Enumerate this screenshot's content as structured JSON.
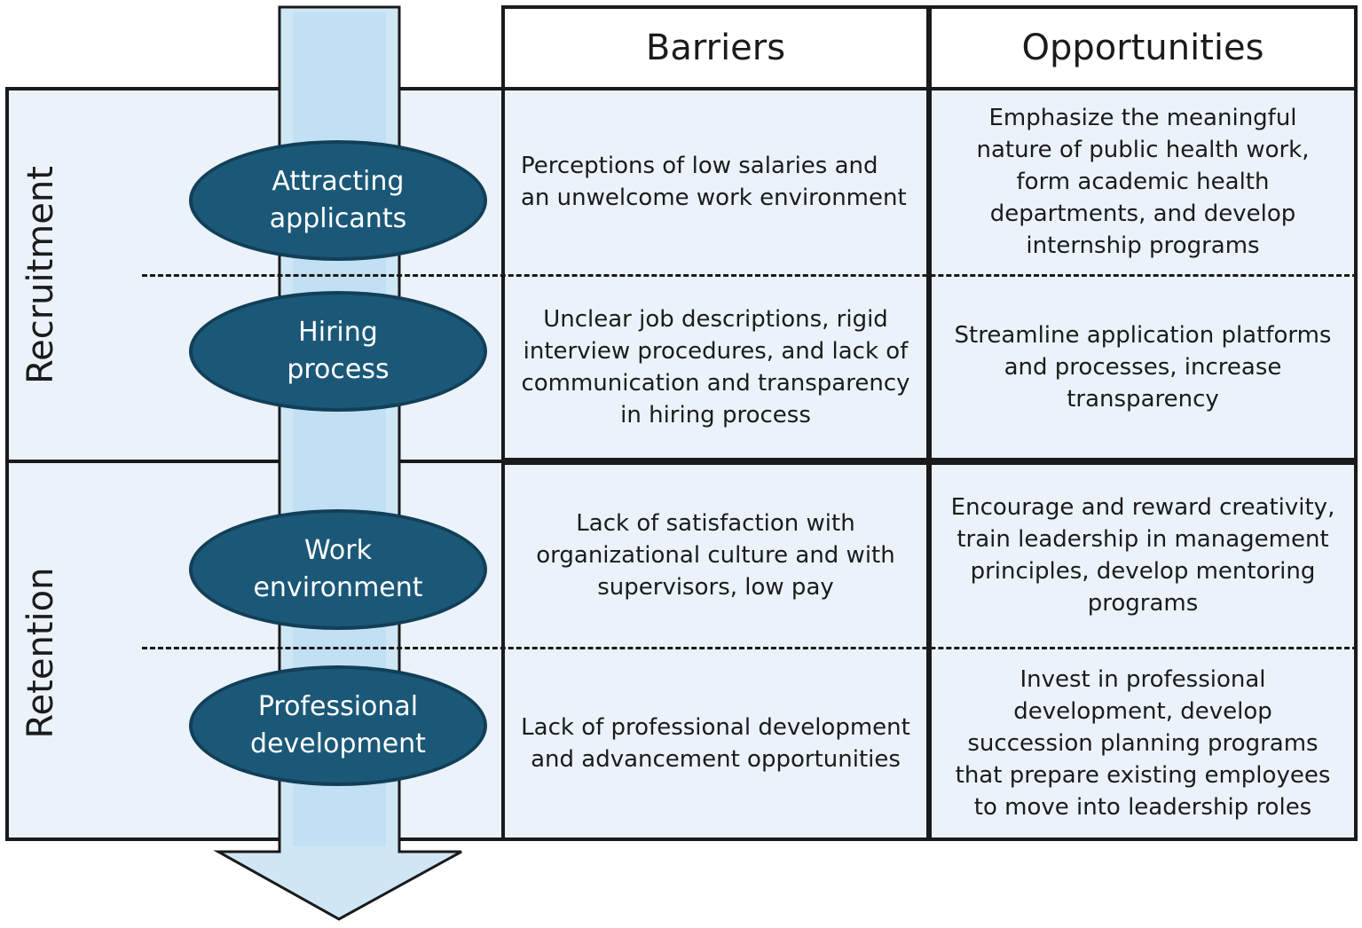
{
  "headers": {
    "barriers": "Barriers",
    "opportunities": "Opportunities"
  },
  "phases": {
    "recruitment": "Recruitment",
    "retention": "Retention"
  },
  "stages": [
    {
      "label": "Attracting\napplicants",
      "barrier": "Perceptions of low salaries and an unwelcome work environment",
      "opportunity": "Emphasize the meaningful nature of public health work, form academic health departments, and develop internship programs"
    },
    {
      "label": "Hiring\nprocess",
      "barrier": "Unclear job descriptions, rigid interview procedures, and lack of communication and transparency in hiring process",
      "opportunity": "Streamline application platforms and processes, increase transparency"
    },
    {
      "label": "Work\nenvironment",
      "barrier": "Lack of satisfaction with organizational culture and with supervisors, low pay",
      "opportunity": "Encourage and reward creativity, train leadership in management principles, develop mentoring programs"
    },
    {
      "label": "Professional\ndevelopment",
      "barrier": "Lack of professional development and advancement opportunities",
      "opportunity": "Invest in professional development, develop succession planning programs that prepare existing employees to move into leadership roles"
    }
  ],
  "colors": {
    "arrow_fill": "#cfe6f5",
    "cell_fill": "#ebf2fa",
    "ellipse_fill": "#1b5878",
    "border": "#1a1a1a"
  }
}
